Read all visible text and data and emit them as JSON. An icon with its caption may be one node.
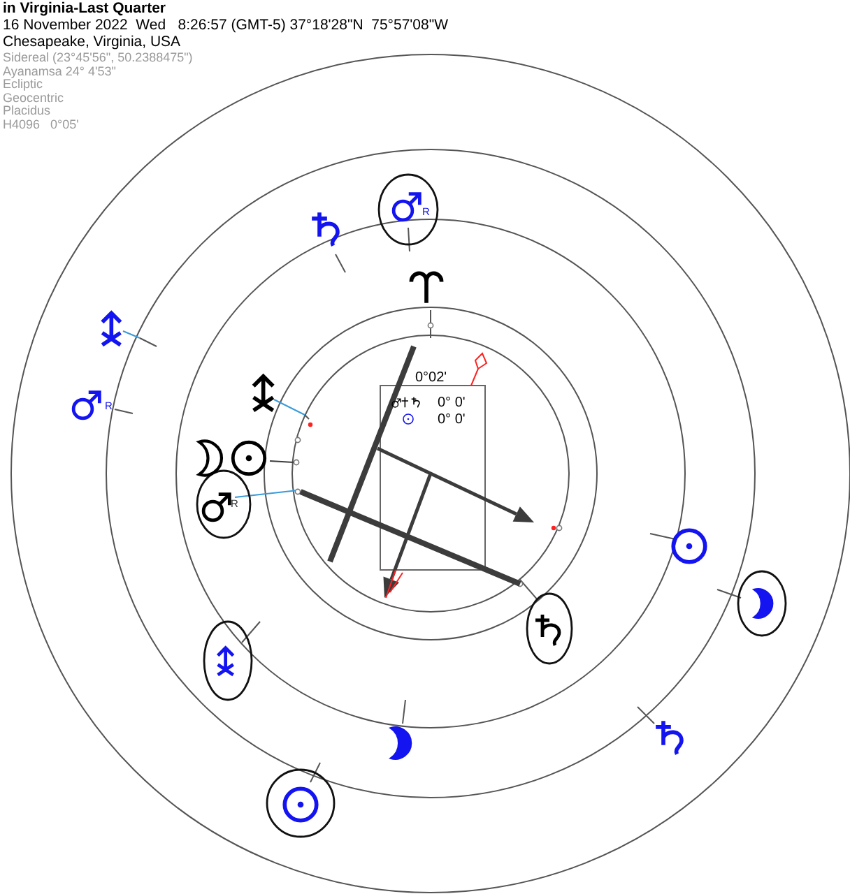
{
  "diagram": {
    "title": "in Virginia-Last Quarter",
    "labels": [
      "16 November 2022  Wed   8:26:57 (GMT-5) 37°18'28\"N  75°57'08\"W",
      "Chesapeake, Virginia, USA",
      "Sidereal (23°45'56\", 50.2388475\")",
      "Ayanamsa 24° 4'53\"",
      "Ecliptic",
      "Geocentric",
      "Placidus",
      "H4096   0°05'",
      "R",
      "0°02'",
      "R",
      "0° 0'",
      "0° 0'",
      "R"
    ]
  }
}
